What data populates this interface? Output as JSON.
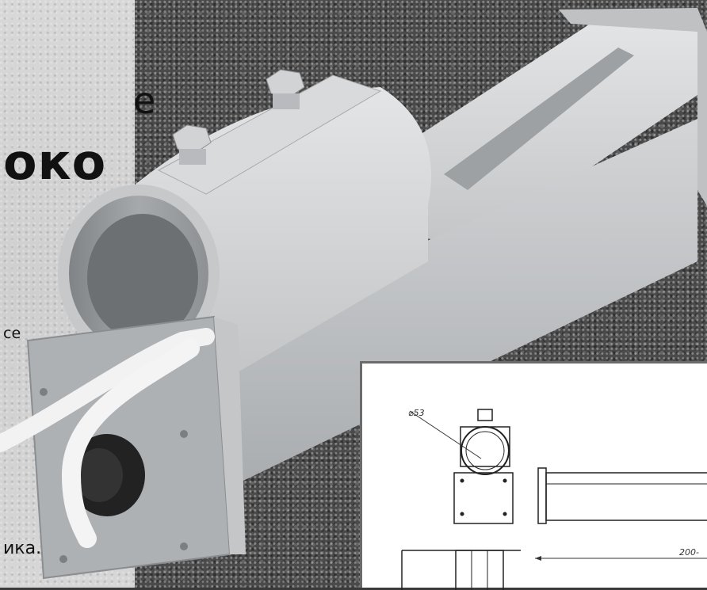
{
  "text_fragments": {
    "e": "е",
    "oko": "око",
    "ce": "се",
    "ika": "ика."
  },
  "drawing": {
    "diameter_label": "⌀53",
    "length_label": "200-"
  },
  "colors": {
    "metal": "#c9cbcd",
    "metal_dark": "#9ea1a4",
    "cable": "#f4f4f4",
    "gland": "#222222",
    "gravel": "#4a4a4a",
    "panel": "#d4d4d4"
  }
}
